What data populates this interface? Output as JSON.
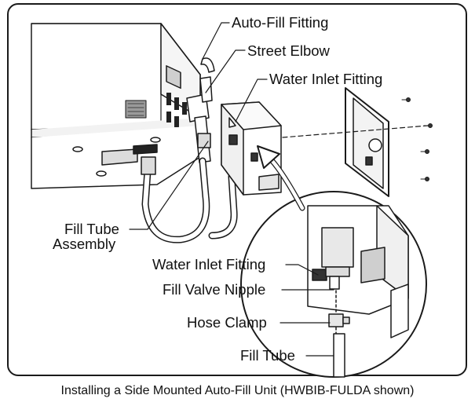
{
  "labels": {
    "auto_fill_fitting": "Auto-Fill Fitting",
    "street_elbow": "Street Elbow",
    "water_inlet_fitting_top": "Water Inlet Fitting",
    "fill_tube_assembly_line1": "Fill Tube",
    "fill_tube_assembly_line2": "Assembly",
    "water_inlet_fitting_detail": "Water Inlet Fitting",
    "fill_valve_nipple": "Fill Valve Nipple",
    "hose_clamp": "Hose Clamp",
    "fill_tube": "Fill Tube"
  },
  "caption": "Installing a Side Mounted Auto-Fill Unit (HWBIB-FULDA shown)",
  "colors": {
    "line": "#1a1a1a",
    "fill_light": "#e6e6e6",
    "fill_mid": "#bdbdbd",
    "fill_dark": "#333333"
  }
}
